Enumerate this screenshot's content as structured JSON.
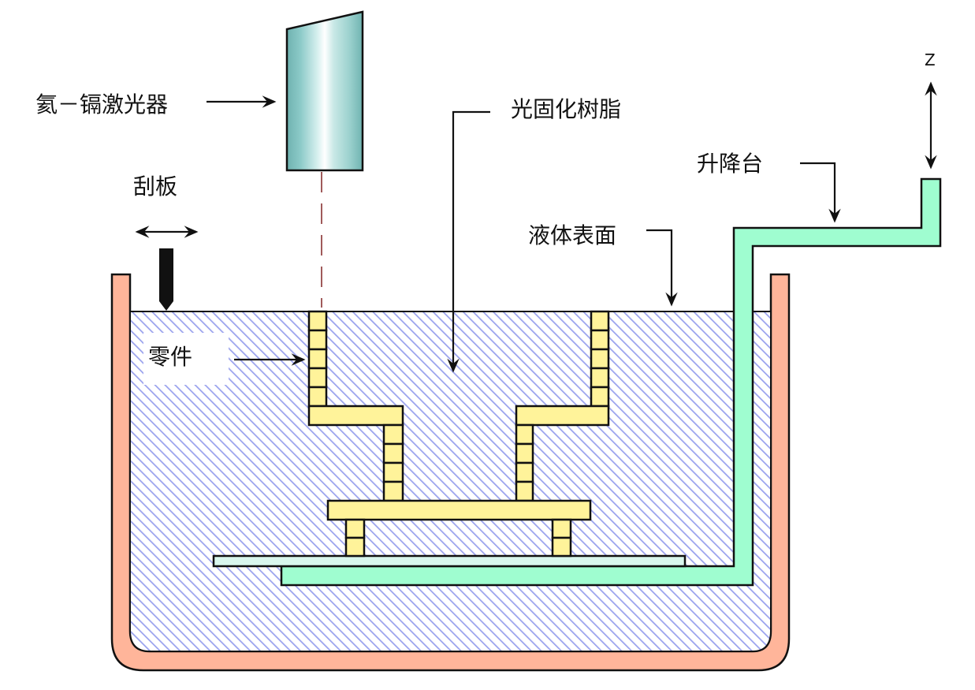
{
  "title": "Stereolithography (SLA) apparatus schematic",
  "labels": {
    "laser": "氦－镉激光器",
    "resin": "光固化树脂",
    "scraper": "刮板",
    "part": "零件",
    "liquid_surface": "液体表面",
    "elevator": "升降台",
    "z_axis": "Z"
  },
  "colors": {
    "tank": "#ffb59a",
    "resin_hatch": "#8f98ee",
    "part": "#fff39a",
    "elevator": "#9ffdd0",
    "platform": "#d9f7ee",
    "laser_body": "#7fbfbd",
    "laser_beam": "#a05a5a",
    "scraper": "#111111"
  }
}
